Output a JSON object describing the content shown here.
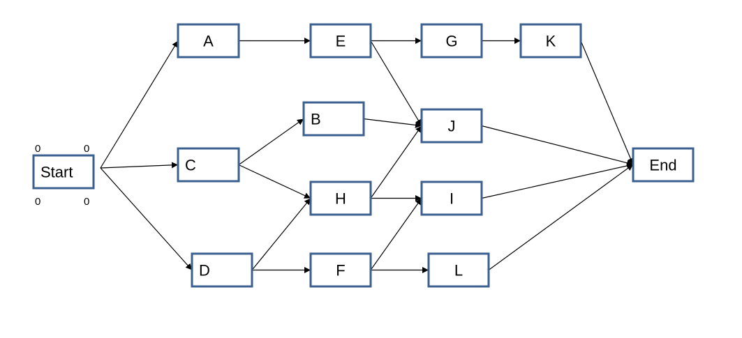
{
  "diagram": {
    "type": "activity-network",
    "colors": {
      "node_border": "#3b5f8f",
      "arrow": "#000000"
    },
    "nodes": [
      {
        "id": "start",
        "label": "Start"
      },
      {
        "id": "A",
        "label": "A"
      },
      {
        "id": "C",
        "label": "C"
      },
      {
        "id": "D",
        "label": "D"
      },
      {
        "id": "B",
        "label": "B"
      },
      {
        "id": "E",
        "label": "E"
      },
      {
        "id": "H",
        "label": "H"
      },
      {
        "id": "F",
        "label": "F"
      },
      {
        "id": "G",
        "label": "G"
      },
      {
        "id": "J",
        "label": "J"
      },
      {
        "id": "I",
        "label": "I"
      },
      {
        "id": "L",
        "label": "L"
      },
      {
        "id": "K",
        "label": "K"
      },
      {
        "id": "end",
        "label": "End"
      }
    ],
    "edges": [
      {
        "from": "start",
        "to": "A"
      },
      {
        "from": "start",
        "to": "C"
      },
      {
        "from": "start",
        "to": "D"
      },
      {
        "from": "A",
        "to": "E"
      },
      {
        "from": "C",
        "to": "B"
      },
      {
        "from": "C",
        "to": "H"
      },
      {
        "from": "D",
        "to": "H"
      },
      {
        "from": "D",
        "to": "F"
      },
      {
        "from": "E",
        "to": "G"
      },
      {
        "from": "E",
        "to": "J"
      },
      {
        "from": "B",
        "to": "J"
      },
      {
        "from": "H",
        "to": "J"
      },
      {
        "from": "H",
        "to": "I"
      },
      {
        "from": "F",
        "to": "I"
      },
      {
        "from": "F",
        "to": "L"
      },
      {
        "from": "G",
        "to": "K"
      },
      {
        "from": "K",
        "to": "end"
      },
      {
        "from": "J",
        "to": "end"
      },
      {
        "from": "I",
        "to": "end"
      },
      {
        "from": "L",
        "to": "end"
      }
    ],
    "start_annotations": {
      "top_left": "0",
      "top_right": "0",
      "bottom_left": "0",
      "bottom_right": "0"
    }
  }
}
